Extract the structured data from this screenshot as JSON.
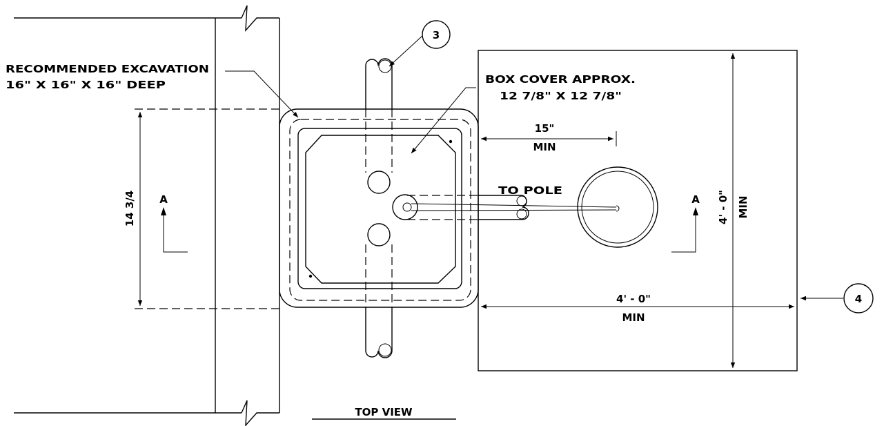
{
  "labels": {
    "excavation_line1": "RECOMMENDED EXCAVATION",
    "excavation_line2": "16\" X 16\" X 16\" DEEP",
    "box_cover_line1": "BOX COVER APPROX.",
    "box_cover_line2": "12 7/8\" X 12 7/8\"",
    "dim_15": "15\"",
    "min": "MIN",
    "to_pole": "TO POLE",
    "section_a": "A",
    "dim_14_3_4": "14 3/4",
    "dim_4ft_vertical": "4' - 0\"",
    "dim_4ft_horizontal": "4' - 0\"",
    "callout_3": "3",
    "callout_4": "4",
    "view_title": "TOP VIEW"
  }
}
